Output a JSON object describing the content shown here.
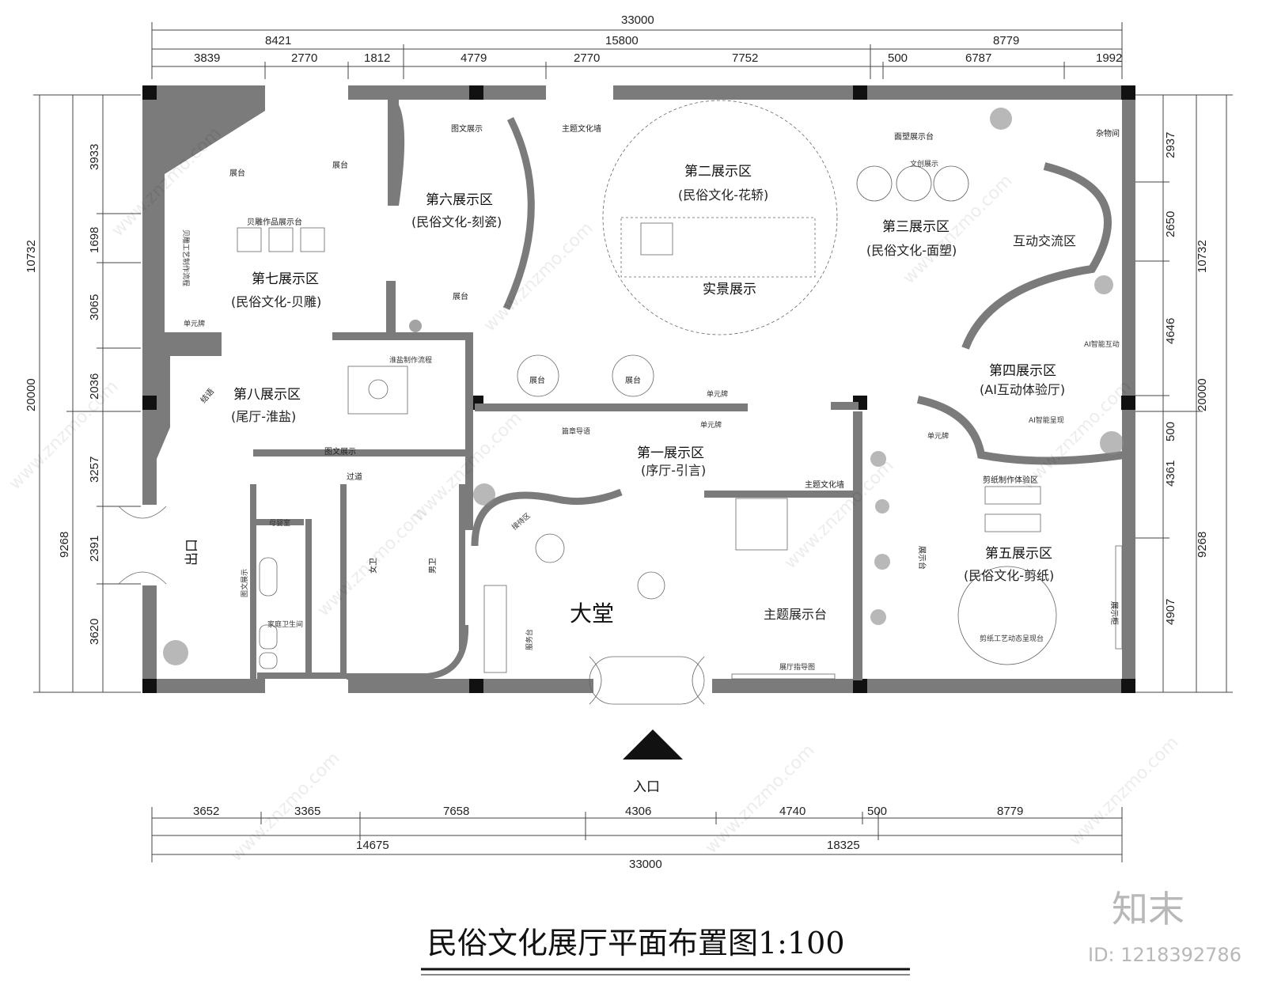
{
  "title": "民俗文化展厅平面布置图1:100",
  "brand": {
    "name": "知末",
    "id": "ID: 1218392786"
  },
  "watermark": "www.znzmo.com",
  "dimensions": {
    "top_total": "33000",
    "top_row1": [
      "8421",
      "15800",
      "8779"
    ],
    "top_row2": [
      "3839",
      "2770",
      "1812",
      "4779",
      "2770",
      "7752",
      "500",
      "6787",
      "1992"
    ],
    "bottom_row1": [
      "3652",
      "3365",
      "7658",
      "4306",
      "4740",
      "500",
      "8779"
    ],
    "bottom_row2": [
      "14675",
      "18325"
    ],
    "bottom_total": "33000",
    "left_outer": [
      "10732",
      "20000",
      "9268"
    ],
    "left_inner": [
      "3933",
      "1698",
      "3065",
      "2036",
      "3257",
      "2391",
      "3620"
    ],
    "right_outer": [
      "10732",
      "20000",
      "9268"
    ],
    "right_inner": [
      "2937",
      "2650",
      "4646",
      "500",
      "4361",
      "4907"
    ]
  },
  "zones": {
    "z1": {
      "title": "第一展示区",
      "sub": "(序厅-引言)"
    },
    "z2": {
      "title": "第二展示区",
      "sub": "(民俗文化-花轿)"
    },
    "z3": {
      "title": "第三展示区",
      "sub": "(民俗文化-面塑)"
    },
    "z4": {
      "title": "第四展示区",
      "sub": "(AI互动体验厅)"
    },
    "z5": {
      "title": "第五展示区",
      "sub": "(民俗文化-剪纸)"
    },
    "z6": {
      "title": "第六展示区",
      "sub": "(民俗文化-刻瓷)"
    },
    "z7": {
      "title": "第七展示区",
      "sub": "(民俗文化-贝雕)"
    },
    "z8": {
      "title": "第八展示区",
      "sub": "(尾厅-淮盐)"
    }
  },
  "labels": {
    "lobby": "大堂",
    "entrance": "入口",
    "exit": "出口",
    "real_scene": "实景展示",
    "interaction": "互动交流区",
    "storage": "杂物间",
    "theme_stage": "主题展示台",
    "theme_wall_top": "主题文化墙",
    "theme_wall_mid": "主题文化墙",
    "graphic_top": "图文展示",
    "graphic_mid": "图文展示",
    "graphic_wc": "图文展示",
    "stand_a": "展台",
    "stand_b": "展台",
    "stand_c": "展台",
    "stand_d": "展台",
    "stand_e": "展台",
    "shell_stand": "贝雕作品展示台",
    "dough_stand": "面塑展示台",
    "creative": "文创展示",
    "salt_flow": "淮盐制作流程",
    "chapter_guide": "篇章导语",
    "unit_sign_a": "单元牌",
    "unit_sign_b": "单元牌",
    "unit_sign_c": "单元牌",
    "unit_sign_d": "单元牌",
    "conclusion": "结语",
    "corridor": "过道",
    "mother_room": "母婴室",
    "family_wc": "家庭卫生间",
    "female_wc": "女卫",
    "male_wc": "男卫",
    "reception": "接待区",
    "hall_guide": "展厅指导图",
    "papercut_workshop": "剪纸制作体验区",
    "papercut_stand": "剪纸工艺动态呈现台",
    "display_stand_v": "展示台",
    "display_cabinet": "展示柜",
    "shell_process": "贝雕工艺制作流程",
    "ai_sign": "AI智能互动",
    "ai_screen": "AI智能呈现",
    "service": "服务台"
  }
}
